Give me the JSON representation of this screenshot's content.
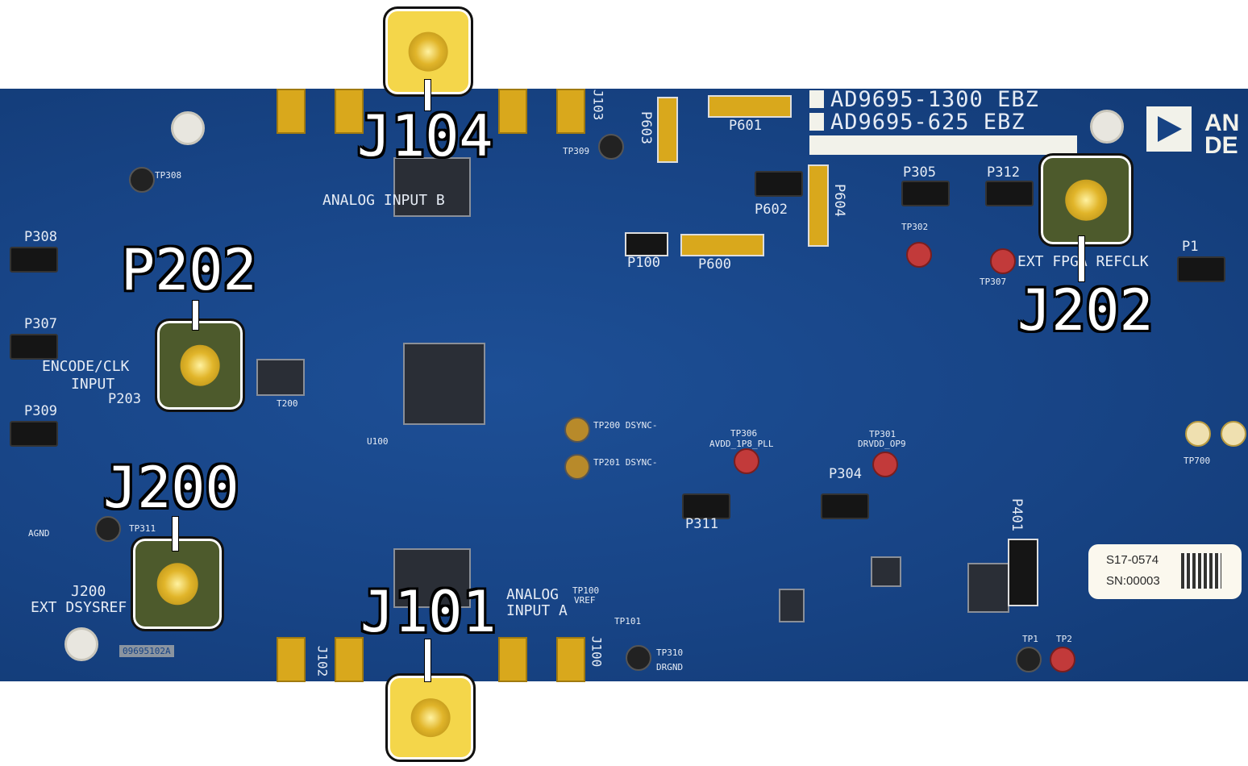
{
  "board": {
    "titles": [
      "AD9695-1300 EBZ",
      "AD9695-625 EBZ"
    ],
    "silkscreen": {
      "analog_input_b": "ANALOG INPUT B",
      "analog_input_a": "ANALOG INPUT A",
      "encode_clk": "ENCODE/CLK",
      "encode_input": "INPUT",
      "j200_label": "J200",
      "ext_dsysref": "EXT DSYSREF",
      "ext_fpga_refclk": "EXT FPGA REFCLK",
      "u100": "U100",
      "t200": "T200",
      "agnd": "AGND",
      "tp308": "TP308",
      "tp309": "TP309",
      "tp311": "TP311",
      "tp310": "TP310",
      "drgnd": "DRGND",
      "tp200": "TP200 DSYNC-",
      "tp201": "TP201 DSYNC-",
      "tp306": "TP306",
      "avdd": "AVDD_1P8_PLL",
      "tp301": "TP301",
      "drvdd": "DRVDD_OP9",
      "tp100": "TP100",
      "vref": "VREF",
      "tp101": "TP101",
      "tp700": "TP700",
      "tp1": "TP1",
      "tp2": "TP2",
      "tp302": "TP302",
      "tp307": "TP307",
      "j102": "J102",
      "j100": "J100",
      "j103": "J103",
      "pcb_id": "09695102A"
    },
    "jumpers": [
      "P308",
      "P307",
      "P309",
      "P203",
      "P305",
      "P312",
      "P1",
      "P601",
      "P603",
      "P602",
      "P604",
      "P100",
      "P600",
      "P311",
      "P304",
      "P401"
    ],
    "sticker": {
      "line1": "S17-0574",
      "line2": "SN:00003"
    },
    "logo": "ANALOG DEVICES"
  },
  "callouts": {
    "j104": "J104",
    "p202": "P202",
    "j200": "J200",
    "j101": "J101",
    "j202": "J202"
  },
  "colors": {
    "board": "#174384",
    "gold": "#d9a81c",
    "highlight": "#f4d64a"
  }
}
